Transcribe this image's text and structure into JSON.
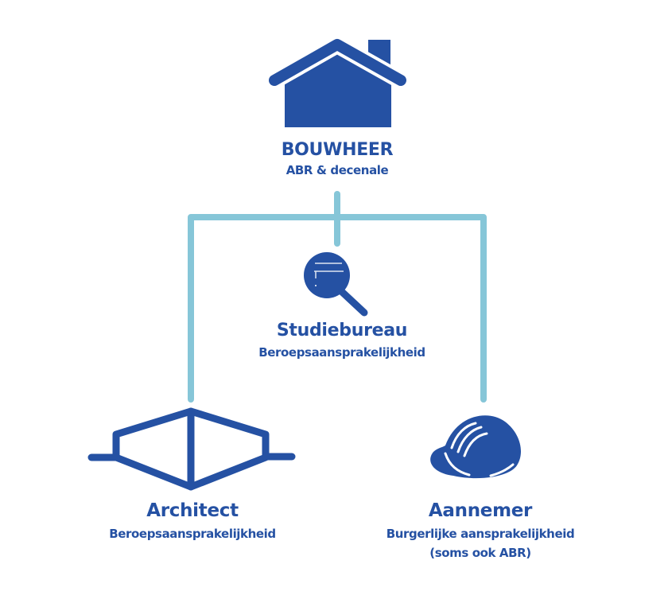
{
  "colors": {
    "primary": "#2551a3",
    "connector": "#86c6d8",
    "background": "#ffffff"
  },
  "nodes": {
    "bouwheer": {
      "icon": "house-icon",
      "title": "BOUWHEER",
      "subtitle": "ABR & decenale"
    },
    "studiebureau": {
      "icon": "magnifier-icon",
      "title": "Studiebureau",
      "subtitle": "Beroepsaansprakelijkheid"
    },
    "architect": {
      "icon": "architect-drawing-icon",
      "title": "Architect",
      "subtitle": "Beroepsaansprakelijkheid"
    },
    "aannemer": {
      "icon": "hard-hat-icon",
      "title": "Aannemer",
      "subtitle": "Burgerlijke aansprakelijkheid",
      "subtitle2": "(soms ook ABR)"
    }
  },
  "edges": [
    {
      "from": "bouwheer",
      "to": "studiebureau"
    },
    {
      "from": "bouwheer",
      "to": "architect"
    },
    {
      "from": "bouwheer",
      "to": "aannemer"
    }
  ]
}
